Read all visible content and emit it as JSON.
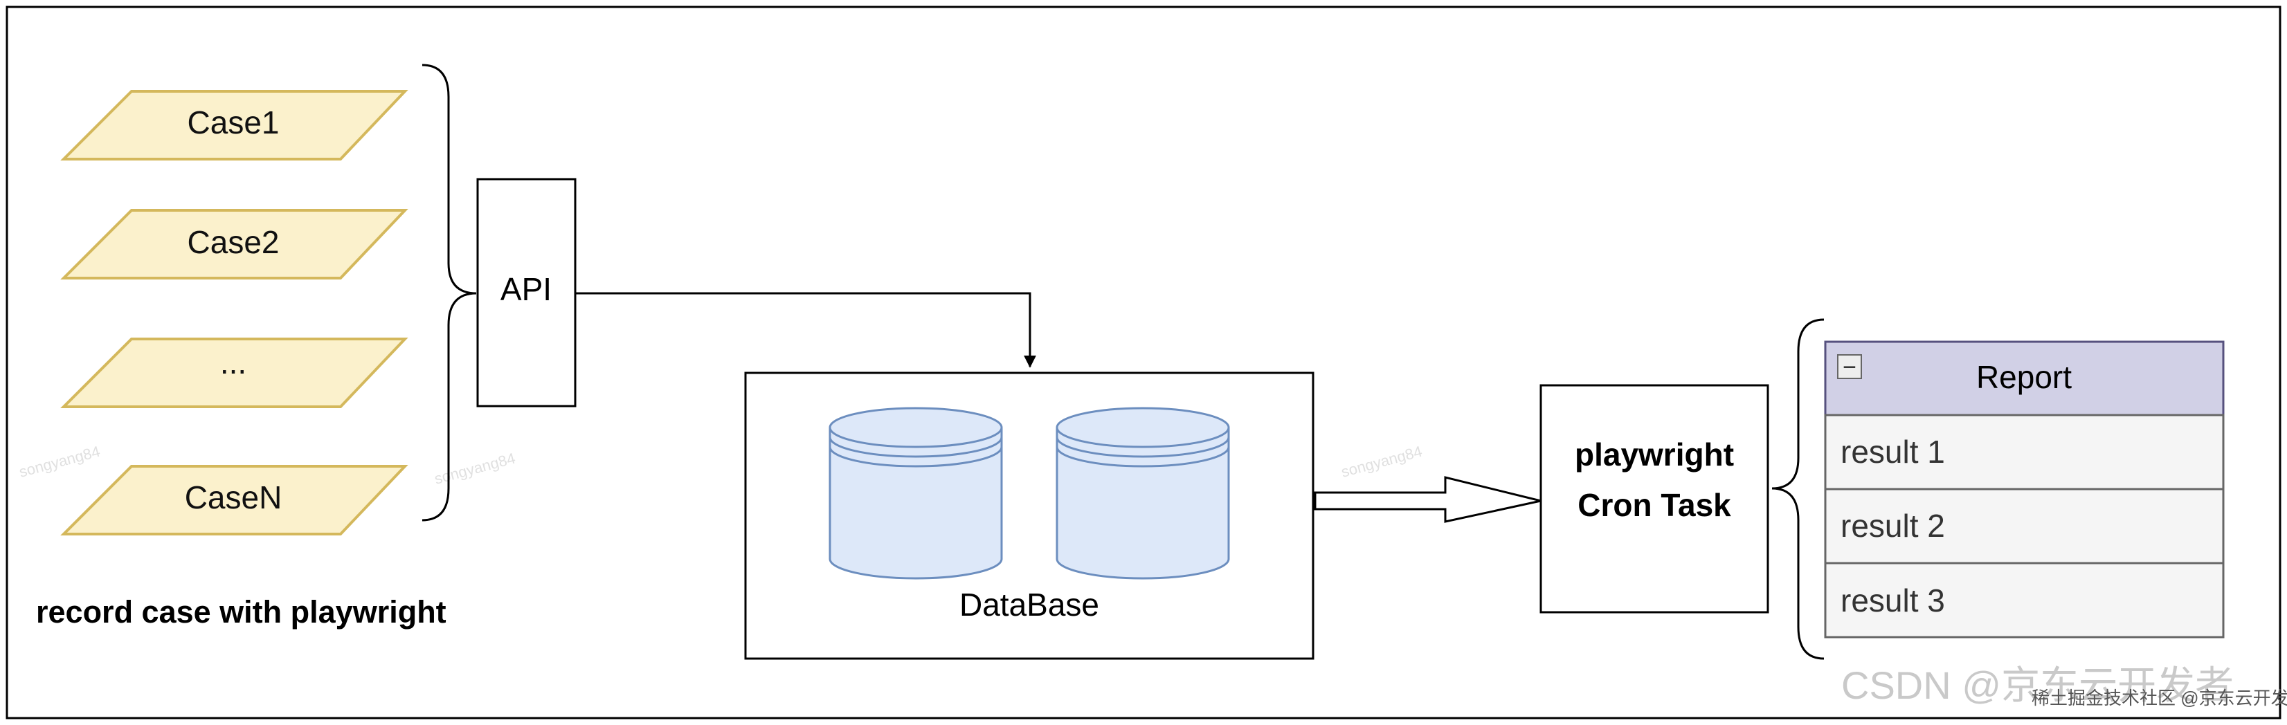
{
  "cases": [
    "Case1",
    "Case2",
    "...",
    "CaseN"
  ],
  "record_caption": "record case with playwright",
  "api_label": "API",
  "database_label": "DataBase",
  "cron_task": {
    "line1": "playwright",
    "line2": "Cron Task"
  },
  "report": {
    "title": "Report",
    "collapse_symbol": "−",
    "rows": [
      "result 1",
      "result 2",
      "result 3"
    ]
  },
  "watermarks": {
    "author": "songyang84",
    "csdn": "CSDN @京东云开发者",
    "juejin": "稀土掘金技术社区 @京东云开发者"
  },
  "colors": {
    "case_fill": "#fbf1cc",
    "case_stroke": "#d4b85c",
    "db_fill": "#dde8f9",
    "db_stroke": "#6c8ebf",
    "report_header_fill": "#d1d0e6",
    "report_header_stroke": "#56517e",
    "report_row_fill": "#f5f5f5",
    "report_row_stroke": "#666666"
  }
}
